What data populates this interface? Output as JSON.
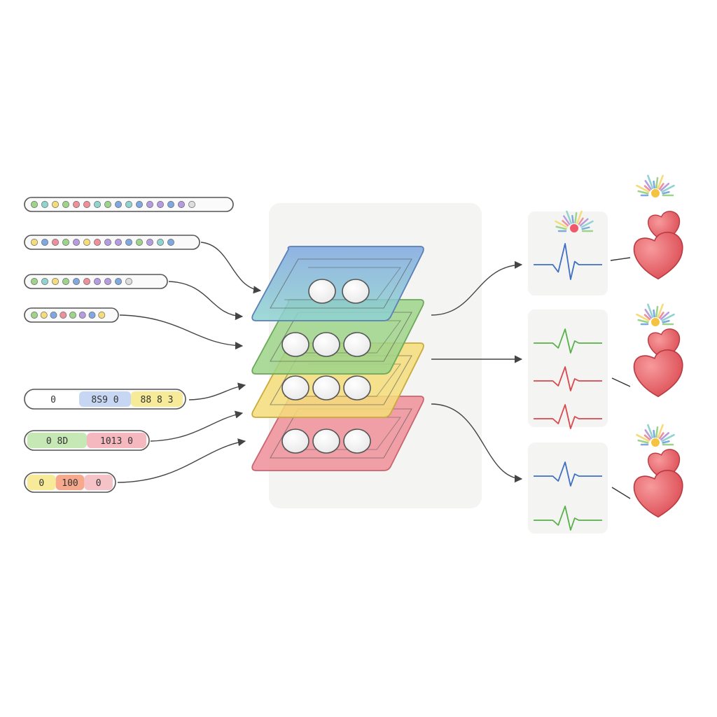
{
  "colors": {
    "blue": "#7fa8e0",
    "teal": "#8fd4cf",
    "green": "#9ed48a",
    "yellow": "#f5dc7a",
    "red": "#ef8f9a",
    "outline": "#555555",
    "arrow": "#444444",
    "panel": "#f4f4f2",
    "heart": "#e8565c"
  },
  "input_sequences": [
    {
      "kind": "dots",
      "dots": [
        "#9ed48a",
        "#8fd4cf",
        "#f5dc7a",
        "#9ed48a",
        "#ef8f9a",
        "#ef8f9a",
        "#8fd4cf",
        "#9ed48a",
        "#7fa8e0",
        "#8fd4cf",
        "#7fa8e0",
        "#b79be0",
        "#b79be0",
        "#7fa8e0",
        "#b79be0",
        "#ddd"
      ]
    },
    {
      "kind": "dots",
      "dots": [
        "#f5dc7a",
        "#7fa8e0",
        "#ef8f9a",
        "#9ed48a",
        "#b79be0",
        "#f5dc7a",
        "#ef8f9a",
        "#b79be0",
        "#b79be0",
        "#7fa8e0",
        "#9ed48a",
        "#b79be0",
        "#8fd4cf",
        "#7fa8e0"
      ]
    },
    {
      "kind": "dots",
      "dots": [
        "#9ed48a",
        "#8fd4cf",
        "#f5dc7a",
        "#9ed48a",
        "#7fa8e0",
        "#ef8f9a",
        "#b79be0",
        "#b79be0",
        "#7fa8e0",
        "#ddd"
      ]
    },
    {
      "kind": "dots",
      "dots": [
        "#9ed48a",
        "#f5dc7a",
        "#7fa8e0",
        "#ef8f9a",
        "#9ed48a",
        "#b79be0",
        "#7fa8e0",
        "#f5dc7a"
      ]
    },
    {
      "kind": "text",
      "segments": [
        {
          "text": "0",
          "fill": "#ffffff"
        },
        {
          "text": "8S9 0",
          "fill": "#c7d6f2"
        },
        {
          "text": "88 8 3",
          "fill": "#f7eb9a"
        }
      ]
    },
    {
      "kind": "text",
      "segments": [
        {
          "text": "0 8D",
          "fill": "#c6e8b4"
        },
        {
          "text": "1013 0",
          "fill": "#f5b8bf"
        }
      ]
    },
    {
      "kind": "text",
      "segments": [
        {
          "text": "0",
          "fill": "#f7eb9a"
        },
        {
          "text": "100",
          "fill": "#f6a98c"
        },
        {
          "text": "0",
          "fill": "#f5c2c8"
        }
      ]
    }
  ],
  "layers": [
    {
      "name": "blue",
      "circles": 2
    },
    {
      "name": "green",
      "circles": 3
    },
    {
      "name": "yellow",
      "circles": 3
    },
    {
      "name": "red",
      "circles": 3
    }
  ],
  "output_panels": [
    {
      "signals": [
        "blue"
      ]
    },
    {
      "signals": [
        "green",
        "red",
        "red"
      ]
    },
    {
      "signals": [
        "blue",
        "green"
      ]
    }
  ],
  "hearts": [
    {
      "burst": true
    },
    {
      "burst": true
    },
    {
      "burst": true
    }
  ]
}
